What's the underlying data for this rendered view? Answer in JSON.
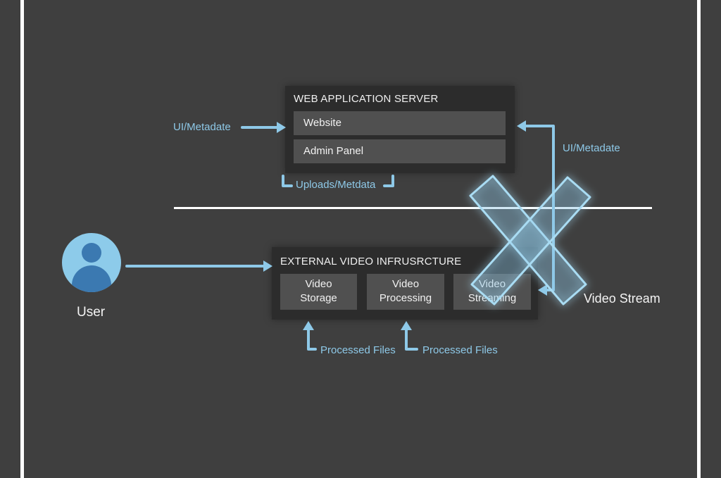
{
  "web_server": {
    "title": "WEB APPLICATION SERVER",
    "items": [
      "Website",
      "Admin Panel"
    ]
  },
  "video_infra": {
    "title": "EXTERNAL VIDEO INFRUSRCTURE",
    "cells": [
      {
        "line1": "Video",
        "line2": "Storage"
      },
      {
        "line1": "Video",
        "line2": "Processing"
      },
      {
        "line1": "Video",
        "line2": "Streaming"
      }
    ]
  },
  "labels": {
    "ui_metadata_left": "UI/Metadate",
    "ui_metadata_right": "UI/Metadate",
    "uploads": "Uploads/Metdata",
    "processed_files_1": "Processed Files",
    "processed_files_2": "Processed Files",
    "video_stream": "Video Stream",
    "user": "User"
  },
  "colors": {
    "background": "#3f3f3f",
    "arrow_blue": "#8ec9e8",
    "panel": "#2c2c2c",
    "row": "#505050",
    "avatar_light": "#8dcbea",
    "avatar_dark": "#3b79b1"
  }
}
